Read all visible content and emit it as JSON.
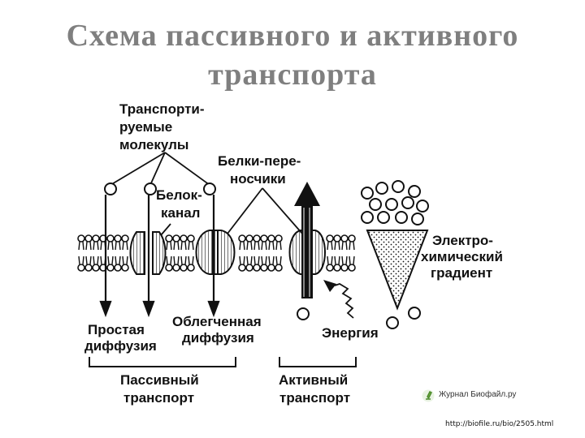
{
  "title": {
    "line1": "Схема пассивного и активного",
    "line2": "транспорта"
  },
  "labels": {
    "transported_molecules": [
      "Транспорти-",
      "руемые",
      "молекулы"
    ],
    "carrier_proteins": [
      "Белки-пере-",
      "носчики"
    ],
    "channel_protein": [
      "Белок-",
      "канал"
    ],
    "electrochemical_gradient": [
      "Электро-",
      "химический",
      "градиент"
    ],
    "simple_diffusion": [
      "Простая",
      "диффузия"
    ],
    "facilitated_diffusion": [
      "Облегченная",
      "диффузия"
    ],
    "energy": "Энергия",
    "passive_transport": [
      "Пассивный",
      "транспорт"
    ],
    "active_transport": [
      "Активный",
      "транспорт"
    ]
  },
  "logo": {
    "text": "Журнал Биофайл.ру",
    "icon": "microscope-icon"
  },
  "source_url": "http://biofile.ru/bio/2505.html",
  "colors": {
    "title": "#7f7f7f",
    "ink": "#111111"
  }
}
